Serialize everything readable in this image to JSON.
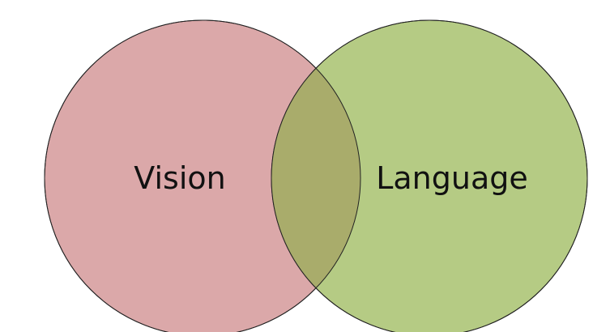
{
  "diagram": {
    "type": "venn",
    "sets": [
      {
        "label": "Vision",
        "fill": "#dba8a9"
      },
      {
        "label": "Language",
        "fill": "#b5cb84"
      }
    ],
    "overlap_fill": "#a9ac6b",
    "stroke": "#222222"
  }
}
